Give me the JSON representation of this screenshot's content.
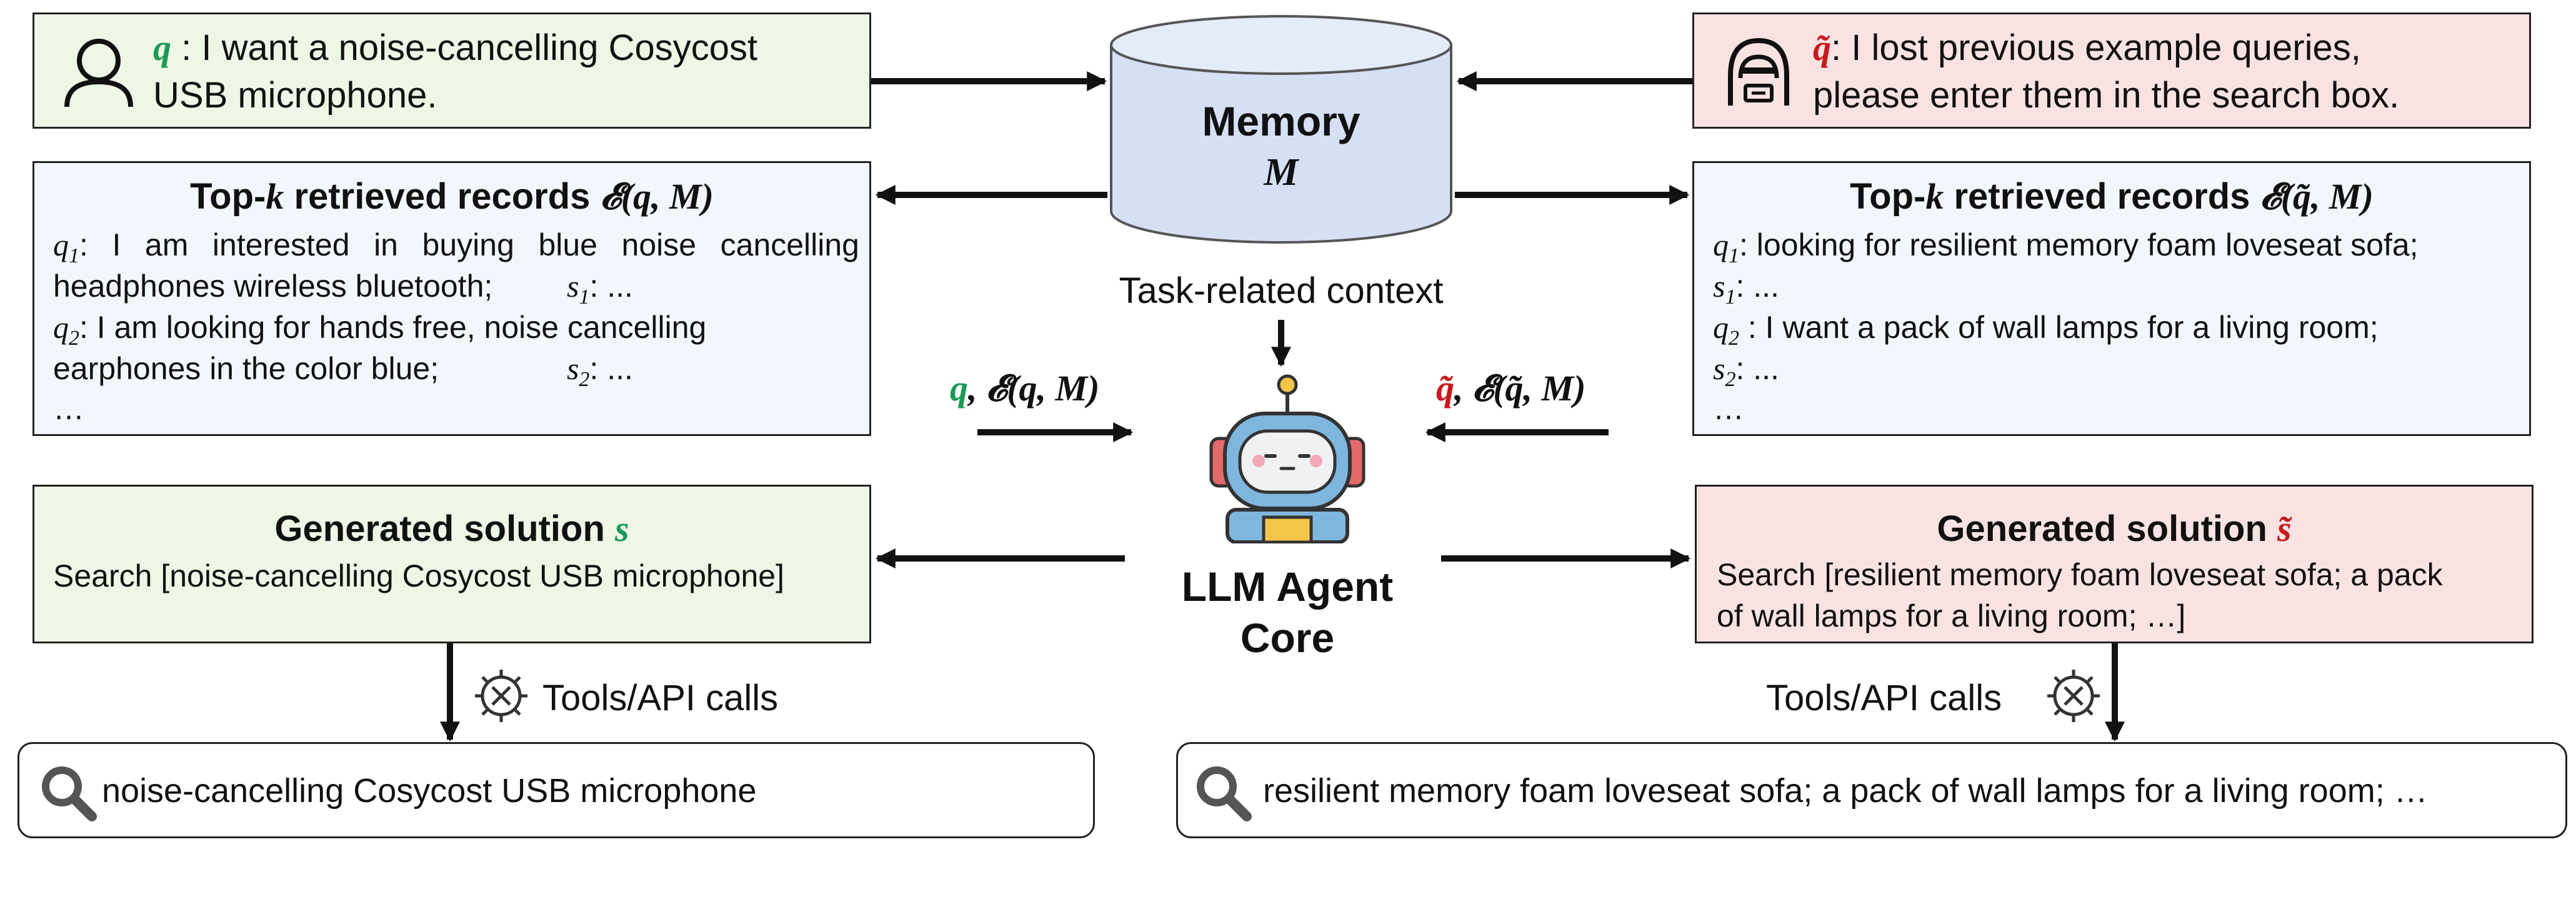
{
  "left": {
    "query": {
      "symbol": "q",
      "text_line1": " : I want a noise-cancelling Cosycost",
      "text_line2": "USB microphone."
    },
    "records": {
      "title_prefix": "Top-",
      "title_k": "k",
      "title_mid": " retrieved records ",
      "title_formula": "𝓔(q, M)",
      "q1_label": "q",
      "q1_sub": "1",
      "q1_line1": ": I am interested in buying blue noise cancelling",
      "q1_line2": "headphones wireless bluetooth;",
      "s1_label": "s",
      "s1_sub": "1",
      "s1_text": ": ...",
      "q2_label": "q",
      "q2_sub": "2",
      "q2_line1": ": I am looking for hands free, noise cancelling",
      "q2_line2": "earphones in the color blue;",
      "s2_label": "s",
      "s2_sub": "2",
      "s2_text": ": ...",
      "ellipsis": "…"
    },
    "input_label": {
      "symbol": "q",
      "formula": ", 𝓔(q, M)"
    },
    "solution": {
      "title": "Generated solution ",
      "symbol": "s",
      "text": "Search [noise-cancelling Cosycost USB microphone]"
    },
    "tools_label": "Tools/API calls",
    "search_value": "noise-cancelling Cosycost USB microphone"
  },
  "right": {
    "query": {
      "symbol": "q̃",
      "text_line1": ": I lost previous example queries,",
      "text_line2": "please enter them in the search box."
    },
    "records": {
      "title_prefix": "Top-",
      "title_k": "k",
      "title_mid": " retrieved records ",
      "title_formula": "𝓔(q̃, M)",
      "q1_label": "q",
      "q1_sub": "1",
      "q1_text": ": looking for resilient memory foam loveseat sofa;",
      "s1_label": "s",
      "s1_sub": "1",
      "s1_text": ": ...",
      "q2_label": "q",
      "q2_sub": "2",
      "q2_text": " : I want a pack of wall lamps for a living room;",
      "s2_label": "s",
      "s2_sub": "2",
      "s2_text": ": ...",
      "ellipsis": "…"
    },
    "input_label": {
      "symbol": "q̃",
      "formula": ", 𝓔(q̃, M)"
    },
    "solution": {
      "title": "Generated solution ",
      "symbol": "s̃",
      "text_line1": "Search [resilient memory foam loveseat sofa; a pack",
      "text_line2": "of wall lamps for a living room; …]"
    },
    "tools_label": "Tools/API calls",
    "search_value": "resilient memory foam loveseat sofa; a pack of wall lamps for a living room; …"
  },
  "center": {
    "memory_title": "Memory",
    "memory_symbol": "M",
    "context_label": "Task-related context",
    "agent_line1": "LLM Agent",
    "agent_line2": "Core"
  },
  "icons": {
    "user": "user-icon",
    "attacker": "hacker-icon",
    "database": "database-icon",
    "robot": "robot-icon",
    "tools": "gear-tools-icon",
    "search": "search-icon"
  },
  "colors": {
    "green": "#1a9a55",
    "red": "#c8191e",
    "green_box": "#eef6e6",
    "red_box": "#f8e3e2",
    "record_box": "#f3f6fd",
    "memory_fill": "#d6e0f5"
  }
}
